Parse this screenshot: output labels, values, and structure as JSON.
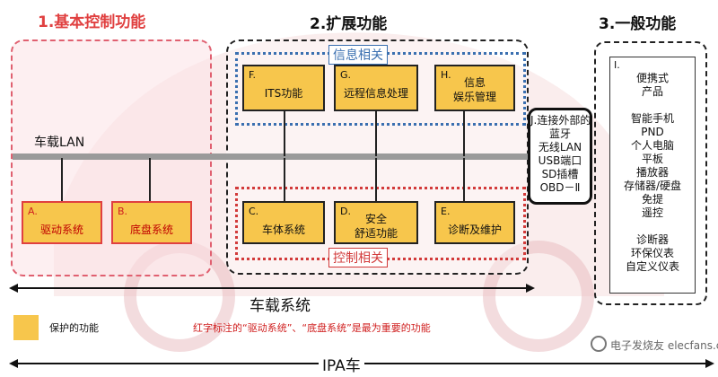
{
  "sections": {
    "basic": "1.基本控制功能",
    "extended": "2.扩展功能",
    "general": "3.一般功能"
  },
  "groups": {
    "info": "信息相关",
    "control": "控制相关"
  },
  "lan_label": "车载LAN",
  "functions": {
    "A": {
      "letter": "A.",
      "label": "驱动系统",
      "protected": true,
      "important": true
    },
    "B": {
      "letter": "B.",
      "label": "底盘系统",
      "protected": true,
      "important": true
    },
    "C": {
      "letter": "C.",
      "label": "车体系统",
      "protected": true,
      "important": false
    },
    "D": {
      "letter": "D.",
      "label": "安全\n舒适功能",
      "protected": true,
      "important": false
    },
    "E": {
      "letter": "E.",
      "label": "诊断及维护",
      "protected": true,
      "important": false
    },
    "F": {
      "letter": "F.",
      "label": "ITS功能",
      "protected": true,
      "important": false
    },
    "G": {
      "letter": "G.",
      "label": "远程信息处理",
      "protected": true,
      "important": false
    },
    "H": {
      "letter": "H.",
      "label": "信息\n娱乐管理",
      "protected": true,
      "important": false
    }
  },
  "external": {
    "letter": "J.",
    "lines": [
      "连接外部的",
      "蓝牙",
      "无线LAN",
      "USB端口",
      "SD插槽",
      "OBD－Ⅱ"
    ]
  },
  "general": {
    "letter": "I.",
    "lines": [
      "便携式",
      "产品",
      "",
      "智能手机",
      "PND",
      "个人电脑",
      "平板",
      "播放器",
      "存储器/硬盘",
      "免提",
      "遥控",
      "",
      "诊断器",
      "环保仪表",
      "自定义仪表"
    ]
  },
  "system_label": "车载系统",
  "legend_label": "保护的功能",
  "note": "红字标注的“驱动系统”、“底盘系统”是最为重要的功能",
  "ipa_label": "IPA车",
  "watermark": "电子发烧友 elecfans.com",
  "colors": {
    "protected_fill": "#f7c64c",
    "basic_border": "#e06070",
    "info_border": "#3a6fb0",
    "control_border": "#d23a3a",
    "important_text": "#c00000"
  }
}
